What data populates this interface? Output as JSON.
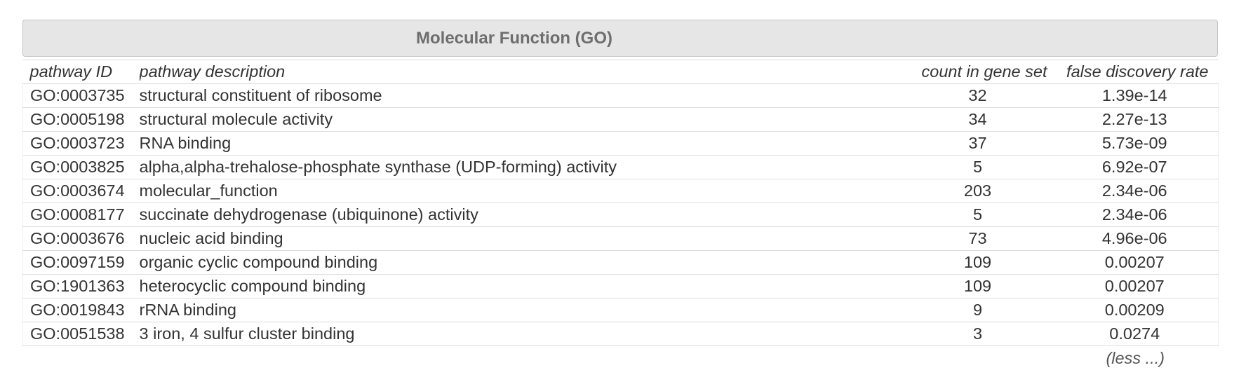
{
  "panel": {
    "title": "Molecular Function (GO)"
  },
  "table": {
    "headers": {
      "pathway_id": "pathway ID",
      "description": "pathway description",
      "count": "count in gene set",
      "fdr": "false discovery rate"
    },
    "rows": [
      {
        "id": "GO:0003735",
        "description": "structural constituent of ribosome",
        "count": "32",
        "fdr": "1.39e-14"
      },
      {
        "id": "GO:0005198",
        "description": "structural molecule activity",
        "count": "34",
        "fdr": "2.27e-13"
      },
      {
        "id": "GO:0003723",
        "description": "RNA binding",
        "count": "37",
        "fdr": "5.73e-09"
      },
      {
        "id": "GO:0003825",
        "description": "alpha,alpha-trehalose-phosphate synthase (UDP-forming) activity",
        "count": "5",
        "fdr": "6.92e-07"
      },
      {
        "id": "GO:0003674",
        "description": "molecular_function",
        "count": "203",
        "fdr": "2.34e-06"
      },
      {
        "id": "GO:0008177",
        "description": "succinate dehydrogenase (ubiquinone) activity",
        "count": "5",
        "fdr": "2.34e-06"
      },
      {
        "id": "GO:0003676",
        "description": "nucleic acid binding",
        "count": "73",
        "fdr": "4.96e-06"
      },
      {
        "id": "GO:0097159",
        "description": "organic cyclic compound binding",
        "count": "109",
        "fdr": "0.00207"
      },
      {
        "id": "GO:1901363",
        "description": "heterocyclic compound binding",
        "count": "109",
        "fdr": "0.00207"
      },
      {
        "id": "GO:0019843",
        "description": "rRNA binding",
        "count": "9",
        "fdr": "0.00209"
      },
      {
        "id": "GO:0051538",
        "description": "3 iron, 4 sulfur cluster binding",
        "count": "3",
        "fdr": "0.0274"
      }
    ],
    "less_label": "(less ...)"
  }
}
